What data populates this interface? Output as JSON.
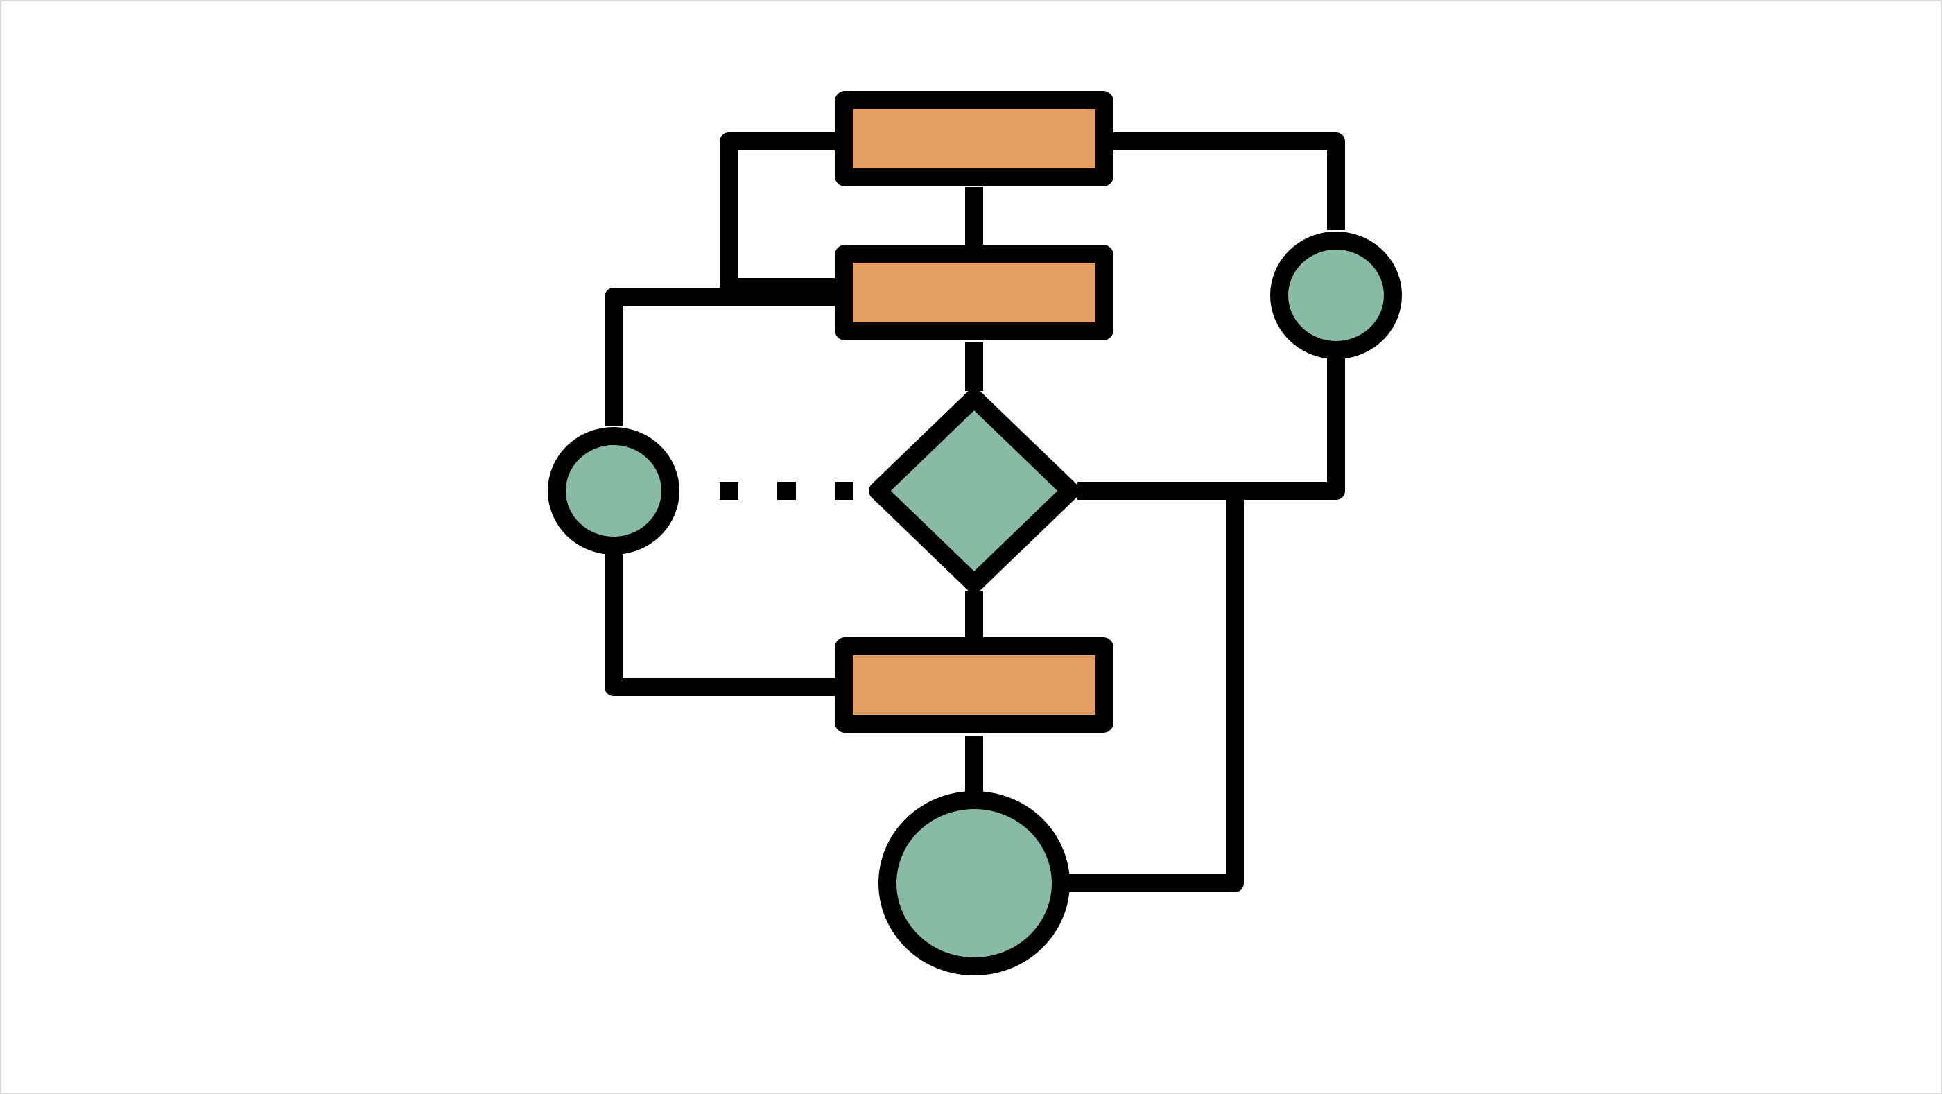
{
  "diagram": {
    "kind": "flowchart-icon",
    "colors": {
      "stroke": "#000000",
      "process_fill": "#E4A062",
      "terminal_fill": "#88BAA6",
      "background": "#FFFFFF"
    },
    "nodes": [
      {
        "id": "process-top",
        "shape": "rectangle",
        "fill": "process_fill"
      },
      {
        "id": "process-middle",
        "shape": "rectangle",
        "fill": "process_fill"
      },
      {
        "id": "decision",
        "shape": "diamond",
        "fill": "terminal_fill"
      },
      {
        "id": "process-bottom",
        "shape": "rectangle",
        "fill": "process_fill"
      },
      {
        "id": "circle-right",
        "shape": "circle",
        "fill": "terminal_fill"
      },
      {
        "id": "circle-left",
        "shape": "circle",
        "fill": "terminal_fill"
      },
      {
        "id": "circle-bottom",
        "shape": "circle",
        "fill": "terminal_fill"
      }
    ],
    "edges": [
      {
        "from": "process-top",
        "to": "process-middle",
        "style": "solid"
      },
      {
        "from": "process-top",
        "to": "process-middle",
        "style": "solid",
        "route": "left-loop"
      },
      {
        "from": "process-top",
        "to": "circle-right",
        "style": "solid"
      },
      {
        "from": "process-middle",
        "to": "circle-left",
        "style": "solid"
      },
      {
        "from": "process-middle",
        "to": "decision",
        "style": "solid"
      },
      {
        "from": "circle-left",
        "to": "decision",
        "style": "dashed"
      },
      {
        "from": "decision",
        "to": "circle-right",
        "style": "solid"
      },
      {
        "from": "decision",
        "to": "process-bottom",
        "style": "solid"
      },
      {
        "from": "decision",
        "to": "circle-bottom",
        "style": "solid",
        "route": "right-loop"
      },
      {
        "from": "circle-left",
        "to": "process-bottom",
        "style": "solid"
      },
      {
        "from": "process-bottom",
        "to": "circle-bottom",
        "style": "solid"
      }
    ]
  }
}
